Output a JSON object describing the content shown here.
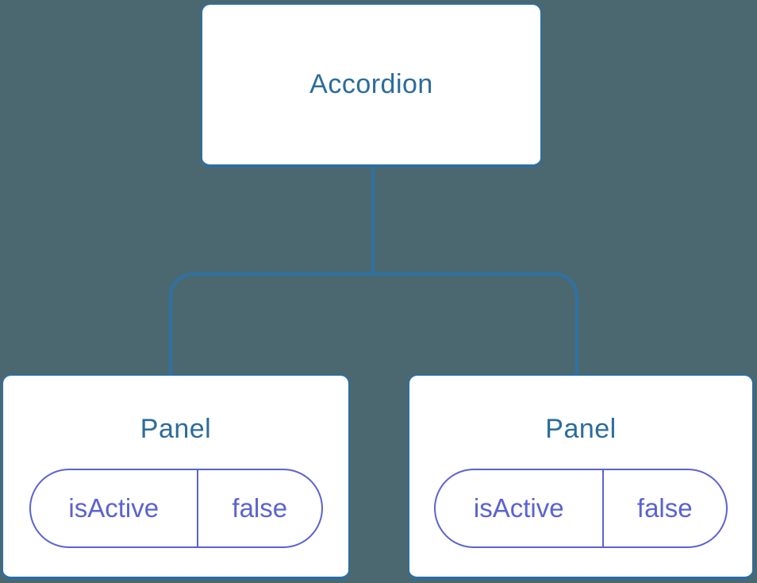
{
  "colors": {
    "background": "#4B6870",
    "node_bg": "#FFFFFF",
    "node_border": "#2E6E9E",
    "connector": "#2F72A3",
    "title_text": "#2B6C9C",
    "pill": "#5A62D2"
  },
  "tree": {
    "root": {
      "label": "Accordion"
    },
    "children": [
      {
        "label": "Panel",
        "state": {
          "key": "isActive",
          "value": "false"
        }
      },
      {
        "label": "Panel",
        "state": {
          "key": "isActive",
          "value": "false"
        }
      }
    ]
  }
}
